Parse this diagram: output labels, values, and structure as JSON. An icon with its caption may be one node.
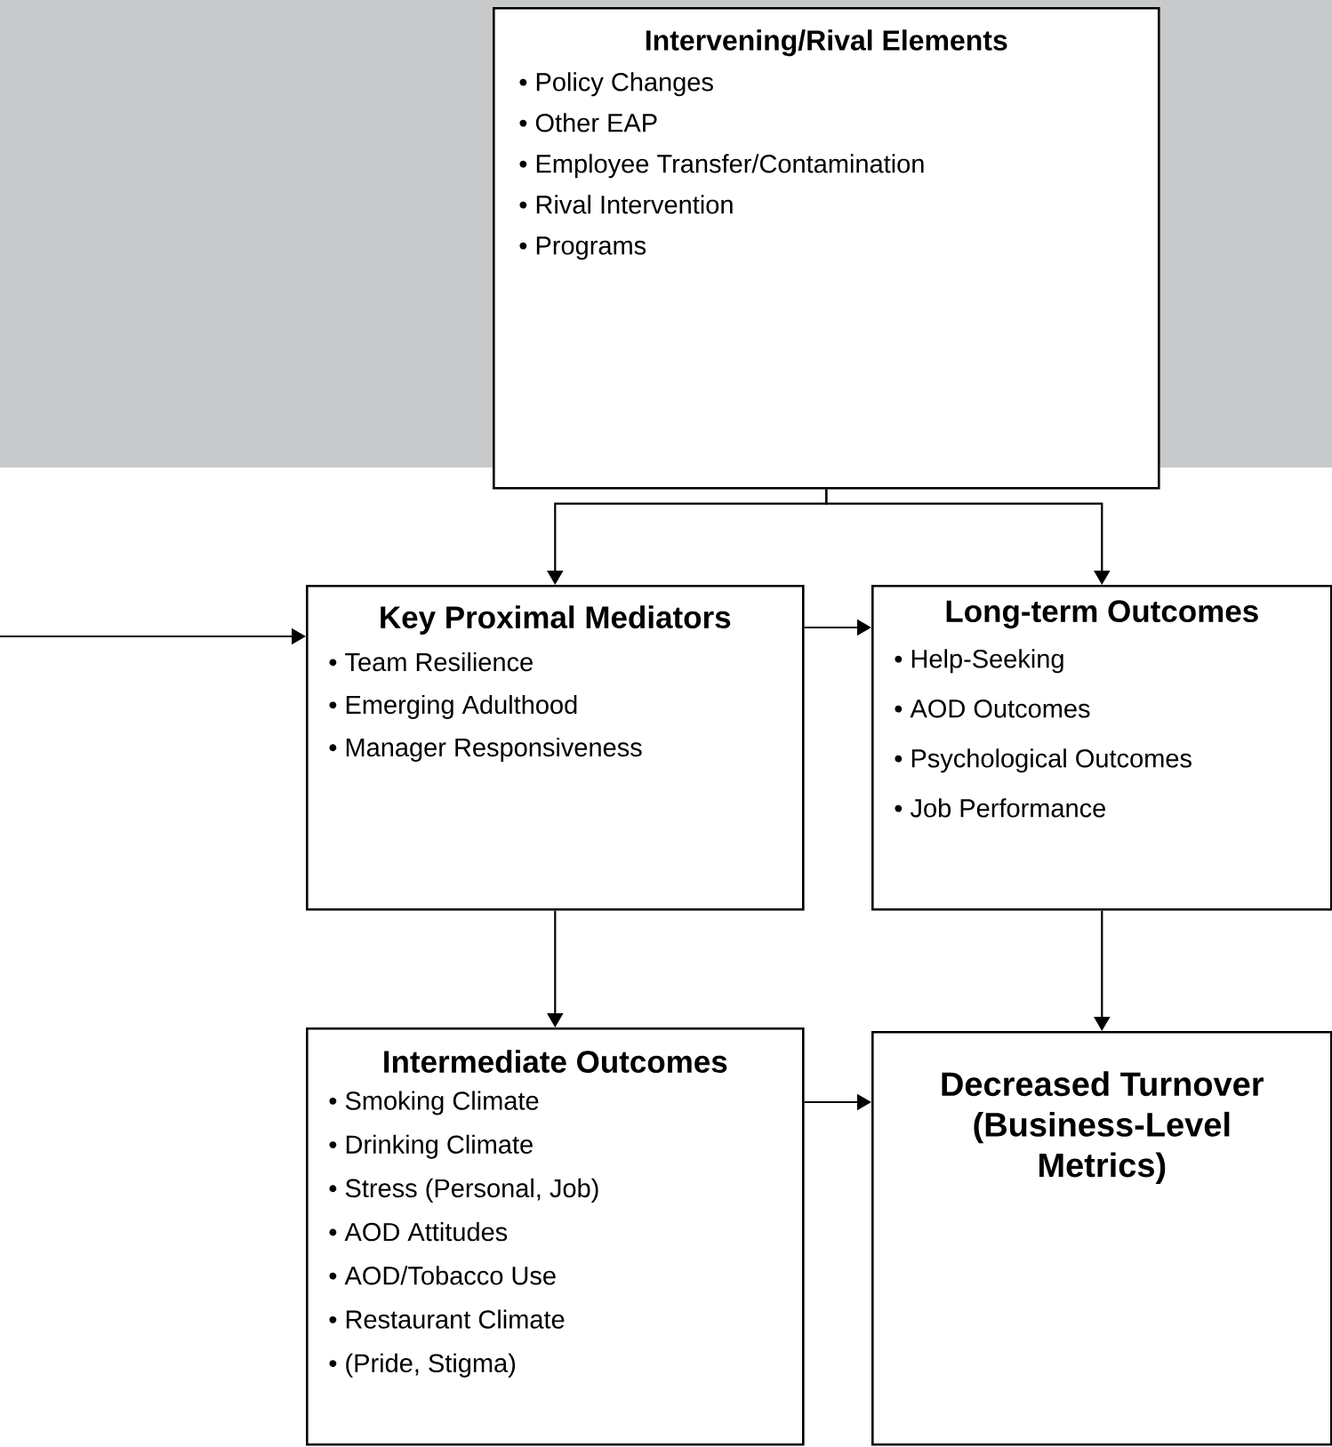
{
  "diagram": {
    "nodes": [
      {
        "text": [
          "Intervening/Rival Elements",
          "• Policy Changes",
          "• Other EAP",
          "• Employee Transfer/Contamination",
          "• Rival Intervention",
          "• Programs"
        ]
      },
      {
        "text": [
          "Key Proximal Mediators",
          "• Team Resilience",
          "• Emerging Adulthood",
          "• Manager Responsiveness"
        ]
      },
      {
        "text": [
          "Long-term Outcomes",
          "• Help-Seeking",
          "• AOD Outcomes",
          "• Psychological Outcomes",
          "• Job Performance"
        ]
      },
      {
        "text": [
          "Intermediate Outcomes",
          "• Smoking Climate",
          "• Drinking Climate",
          "• Stress (Personal, Job)",
          "• AOD Attitudes",
          "• AOD/Tobacco Use",
          "• Restaurant Climate",
          "• (Pride, Stigma)"
        ]
      },
      {
        "text": [
          "Decreased Turnover (Business-Level Metrics)"
        ]
      }
    ],
    "edges": [
      {
        "from": 0,
        "to": 1,
        "arrow": "to"
      },
      {
        "from": 0,
        "to": 2,
        "arrow": "to"
      },
      {
        "from": null,
        "to": 1,
        "arrow": "to"
      },
      {
        "from": 1,
        "to": 2,
        "arrow": "to"
      },
      {
        "from": 1,
        "to": 3,
        "arrow": "to"
      },
      {
        "from": 3,
        "to": 4,
        "arrow": "to"
      },
      {
        "from": 2,
        "to": 4,
        "arrow": "to"
      }
    ]
  }
}
